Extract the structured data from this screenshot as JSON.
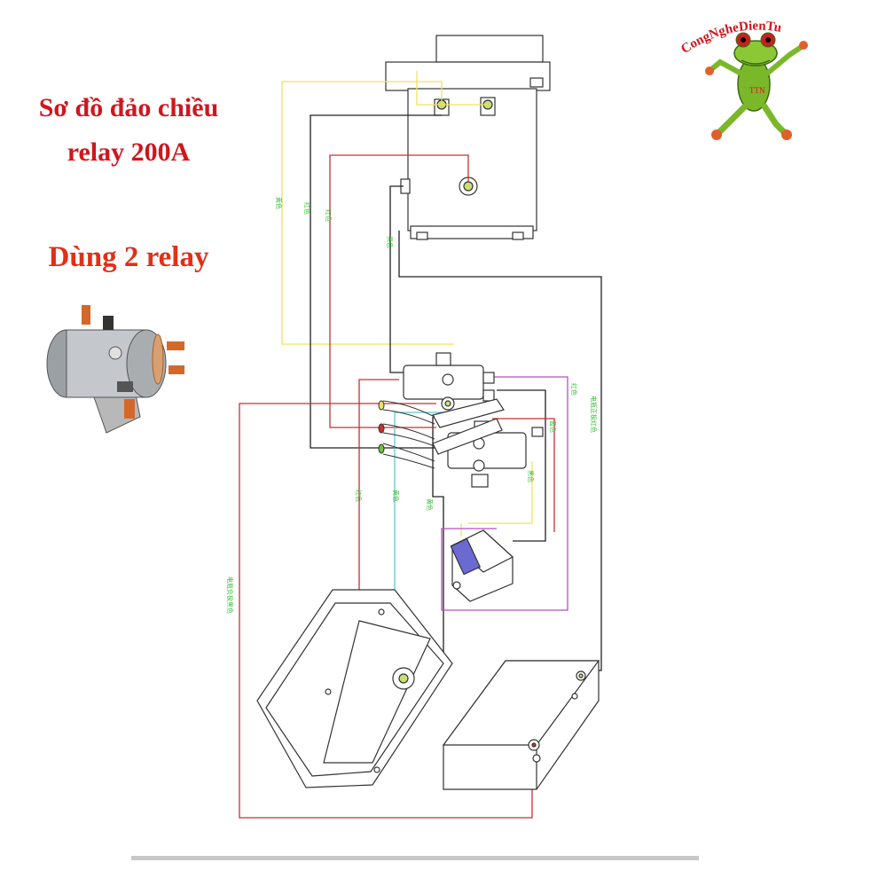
{
  "title": {
    "line1": "Sơ đồ đảo chiều",
    "line2": "relay 200A",
    "subtitle": "Dùng 2 relay"
  },
  "logo": {
    "text": "CongNgheDienTu",
    "badge": "TTN"
  },
  "colors": {
    "title_red": "#d0161d",
    "wire_yellow": "#f0e060",
    "wire_red": "#c83030",
    "wire_black": "#202020",
    "wire_purple": "#b050c0",
    "wire_cyan": "#60c8c8",
    "wire_label_green": "#35c035",
    "relay_copper": "#d4682a",
    "frog_green": "#7ab82a"
  },
  "wire_labels": [
    "黄色",
    "红色",
    "红色",
    "黑色",
    "红色",
    "电瓶负极黑色",
    "黄色",
    "黄色",
    "红色",
    "蓝色",
    "黑色",
    "电瓶正极红色"
  ]
}
